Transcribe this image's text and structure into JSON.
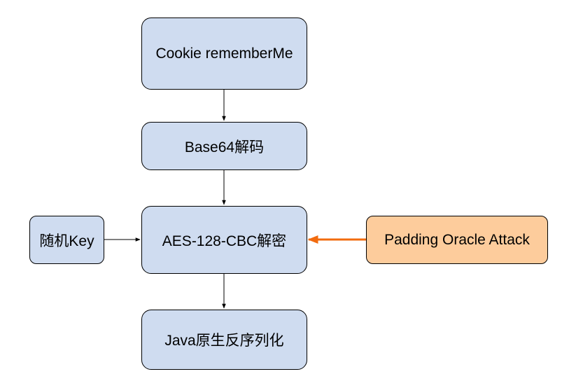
{
  "nodes": {
    "cookie": "Cookie rememberMe",
    "base64": "Base64解码",
    "aes": "AES-128-CBC解密",
    "java": "Java原生反序列化",
    "key": "随机Key",
    "padding": "Padding Oracle Attack"
  },
  "colors": {
    "node_fill": "#cfdcf0",
    "attack_fill": "#fdcc9c",
    "attack_arrow": "#f26b0f",
    "line": "#000000"
  }
}
